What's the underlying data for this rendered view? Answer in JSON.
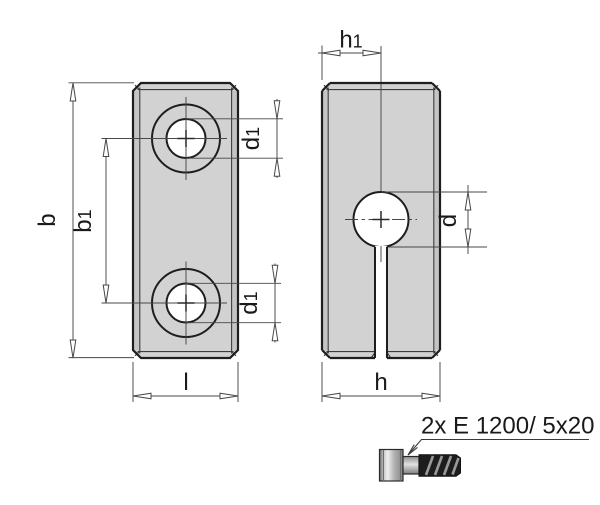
{
  "colors": {
    "background": "#ffffff",
    "part_fill": "#d2d2d2",
    "chamfer_fill": "#c4c4c4",
    "outline": "#1e1e1e",
    "dimension_line": "#474747",
    "label_text": "#1a1a1a",
    "screw_thread": "#1d1d1d"
  },
  "labels": {
    "b": {
      "main": "b",
      "sub": ""
    },
    "b1": {
      "main": "b",
      "sub": "1"
    },
    "d1": {
      "main": "d",
      "sub": "1"
    },
    "l": {
      "main": "l",
      "sub": ""
    },
    "h1": {
      "main": "h",
      "sub": "1"
    },
    "d": {
      "main": "d",
      "sub": ""
    },
    "h": {
      "main": "h",
      "sub": ""
    }
  },
  "callout": {
    "screw_note": "2x E 1200/ 5x20"
  }
}
